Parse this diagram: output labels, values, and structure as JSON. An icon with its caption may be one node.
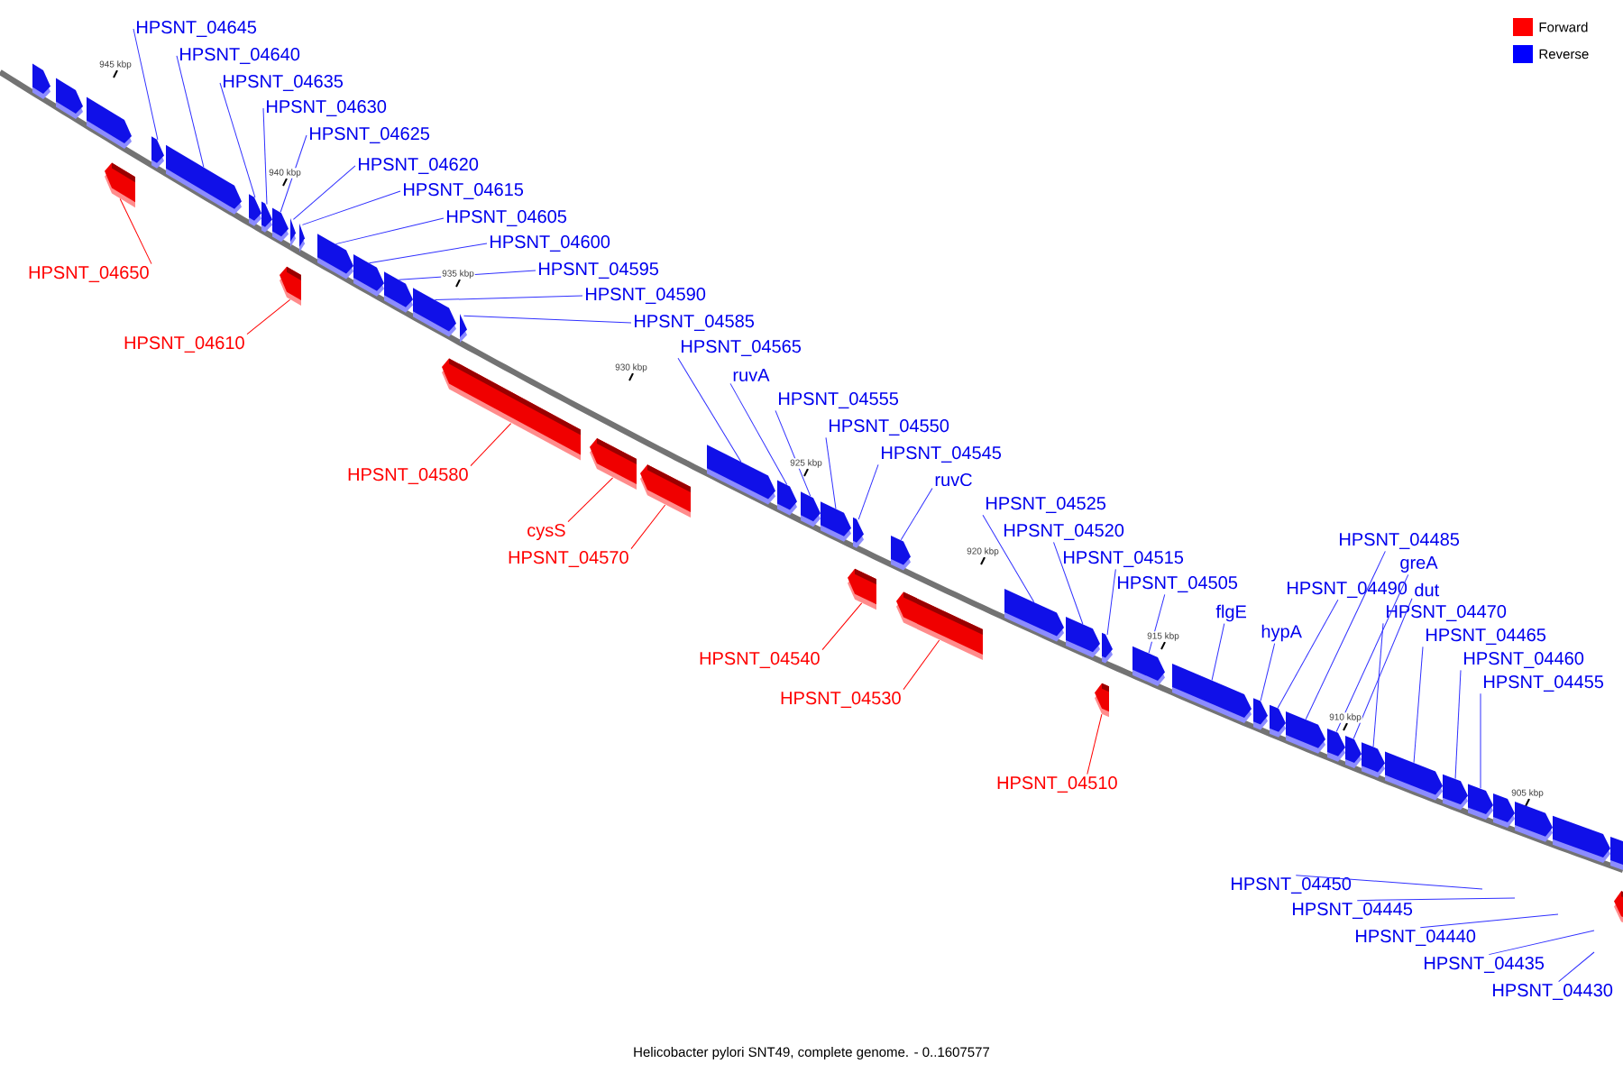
{
  "diagram": {
    "caption": "Helicobacter pylori SNT49, complete genome. - 0..1607577",
    "nodes": [
      {
        "text": [],
        "shape": "bar"
      },
      {
        "text": [],
        "shape": "bar"
      },
      {
        "text": [],
        "shape": "bar"
      },
      {
        "text": [
          "HPSNT_04650"
        ]
      },
      {
        "text": [],
        "shape": "bar"
      },
      {
        "text": [
          "HPSNT_04645"
        ]
      },
      {
        "text": [],
        "shape": "bar"
      },
      {
        "text": [
          "HPSNT_04640"
        ]
      },
      {
        "text": [],
        "shape": "bar"
      },
      {
        "text": [
          "HPSNT_04635"
        ]
      },
      {
        "text": [],
        "shape": "bar"
      },
      {
        "text": [
          "HPSNT_04630"
        ]
      },
      {
        "text": [],
        "shape": "bar"
      },
      {
        "text": [
          "HPSNT_04625"
        ]
      },
      {
        "text": [],
        "shape": "bar"
      },
      {
        "text": [
          "HPSNT_04620"
        ]
      },
      {
        "text": [],
        "shape": "bar"
      },
      {
        "text": [
          "HPSNT_04615"
        ]
      },
      {
        "text": [],
        "shape": "bar"
      },
      {
        "text": [
          "HPSNT_04610"
        ]
      },
      {
        "text": [],
        "shape": "bar"
      },
      {
        "text": [
          "HPSNT_04605"
        ]
      },
      {
        "text": [],
        "shape": "bar"
      },
      {
        "text": [
          "HPSNT_04600"
        ]
      },
      {
        "text": [],
        "shape": "bar"
      },
      {
        "text": [
          "HPSNT_04595"
        ]
      },
      {
        "text": [],
        "shape": "bar"
      },
      {
        "text": [
          "HPSNT_04590"
        ]
      },
      {
        "text": [],
        "shape": "bar"
      },
      {
        "text": [
          "HPSNT_04585"
        ]
      },
      {
        "text": [],
        "shape": "bar"
      },
      {
        "text": [
          "HPSNT_04580"
        ]
      },
      {
        "text": [],
        "shape": "bar"
      },
      {
        "text": [
          "cysS"
        ]
      },
      {
        "text": [],
        "shape": "bar"
      },
      {
        "text": [
          "HPSNT_04570"
        ]
      },
      {
        "text": [],
        "shape": "bar"
      },
      {
        "text": [
          "HPSNT_04565"
        ]
      },
      {
        "text": [],
        "shape": "bar"
      },
      {
        "text": [
          "ruvA"
        ]
      },
      {
        "text": [],
        "shape": "bar"
      },
      {
        "text": [
          "HPSNT_04555"
        ]
      },
      {
        "text": [],
        "shape": "bar"
      },
      {
        "text": [
          "HPSNT_04550"
        ]
      },
      {
        "text": [],
        "shape": "bar"
      },
      {
        "text": [
          "HPSNT_04545"
        ]
      },
      {
        "text": [],
        "shape": "bar"
      },
      {
        "text": [
          "HPSNT_04540"
        ]
      },
      {
        "text": [],
        "shape": "bar"
      },
      {
        "text": [
          "ruvC"
        ]
      },
      {
        "text": [],
        "shape": "bar"
      },
      {
        "text": [
          "HPSNT_04530"
        ]
      },
      {
        "text": [],
        "shape": "bar"
      },
      {
        "text": [
          "HPSNT_04525"
        ]
      },
      {
        "text": [],
        "shape": "bar"
      },
      {
        "text": [
          "HPSNT_04520"
        ]
      },
      {
        "text": [],
        "shape": "bar"
      },
      {
        "text": [
          "HPSNT_04515"
        ]
      },
      {
        "text": [],
        "shape": "bar"
      },
      {
        "text": [
          "HPSNT_04510"
        ]
      },
      {
        "text": [],
        "shape": "bar"
      },
      {
        "text": [
          "HPSNT_04505"
        ]
      },
      {
        "text": [],
        "shape": "bar"
      },
      {
        "text": [
          "flgE"
        ]
      },
      {
        "text": [],
        "shape": "bar"
      },
      {
        "text": [
          "hypA"
        ]
      },
      {
        "text": [],
        "shape": "bar"
      },
      {
        "text": [
          "HPSNT_04490"
        ]
      },
      {
        "text": [],
        "shape": "bar"
      },
      {
        "text": [
          "HPSNT_04485"
        ]
      },
      {
        "text": [],
        "shape": "bar"
      },
      {
        "text": [
          "greA"
        ]
      },
      {
        "text": [],
        "shape": "bar"
      },
      {
        "text": [
          "dut"
        ]
      },
      {
        "text": [],
        "shape": "bar"
      },
      {
        "text": [
          "HPSNT_04470"
        ]
      },
      {
        "text": [],
        "shape": "bar"
      },
      {
        "text": [
          "HPSNT_04465"
        ]
      },
      {
        "text": [],
        "shape": "bar"
      },
      {
        "text": [
          "HPSNT_04460"
        ]
      },
      {
        "text": [],
        "shape": "bar"
      },
      {
        "text": [
          "HPSNT_04455"
        ]
      },
      {
        "text": [],
        "shape": "bar"
      },
      {
        "text": [],
        "shape": "bar"
      },
      {
        "text": [],
        "shape": "bar"
      },
      {
        "text": [],
        "shape": "bar"
      },
      {
        "text": [],
        "shape": "bar"
      },
      {
        "text": [],
        "shape": "bar"
      },
      {
        "text": [
          "HPSNT_04450"
        ]
      },
      {
        "text": [
          "HPSNT_04445"
        ]
      },
      {
        "text": [
          "HPSNT_04440"
        ]
      },
      {
        "text": [
          "HPSNT_04435"
        ]
      },
      {
        "text": [
          "HPSNT_04430"
        ]
      }
    ],
    "edges": [
      {
        "from": 3,
        "to": 4,
        "arrow": "none",
        "color": "#ff0000"
      },
      {
        "from": 5,
        "to": 6,
        "arrow": "none"
      },
      {
        "from": 7,
        "to": 8,
        "arrow": "none"
      },
      {
        "from": 9,
        "to": 10,
        "arrow": "none"
      },
      {
        "from": 11,
        "to": 12,
        "arrow": "none"
      },
      {
        "from": 13,
        "to": 14,
        "arrow": "none"
      },
      {
        "from": 15,
        "to": 16,
        "arrow": "none"
      },
      {
        "from": 17,
        "to": 18,
        "arrow": "none"
      },
      {
        "from": 19,
        "to": 20,
        "arrow": "none",
        "color": "#ff0000"
      },
      {
        "from": 21,
        "to": 22,
        "arrow": "none"
      },
      {
        "from": 23,
        "to": 24,
        "arrow": "none"
      },
      {
        "from": 25,
        "to": 26,
        "arrow": "none"
      },
      {
        "from": 27,
        "to": 28,
        "arrow": "none"
      },
      {
        "from": 29,
        "to": 30,
        "arrow": "none"
      },
      {
        "from": 31,
        "to": 32,
        "arrow": "none",
        "color": "#ff0000"
      },
      {
        "from": 33,
        "to": 34,
        "arrow": "none",
        "color": "#ff0000"
      },
      {
        "from": 35,
        "to": 36,
        "arrow": "none",
        "color": "#ff0000"
      },
      {
        "from": 37,
        "to": 38,
        "arrow": "none"
      },
      {
        "from": 39,
        "to": 40,
        "arrow": "none"
      },
      {
        "from": 41,
        "to": 42,
        "arrow": "none"
      },
      {
        "from": 43,
        "to": 44,
        "arrow": "none"
      },
      {
        "from": 45,
        "to": 46,
        "arrow": "none"
      },
      {
        "from": 47,
        "to": 48,
        "arrow": "none",
        "color": "#ff0000"
      },
      {
        "from": 49,
        "to": 50,
        "arrow": "none"
      },
      {
        "from": 51,
        "to": 52,
        "arrow": "none",
        "color": "#ff0000"
      },
      {
        "from": 53,
        "to": 54,
        "arrow": "none"
      },
      {
        "from": 55,
        "to": 56,
        "arrow": "none"
      },
      {
        "from": 57,
        "to": 58,
        "arrow": "none"
      },
      {
        "from": 59,
        "to": 60,
        "arrow": "none",
        "color": "#ff0000"
      },
      {
        "from": 61,
        "to": 62,
        "arrow": "none"
      },
      {
        "from": 63,
        "to": 64,
        "arrow": "none"
      },
      {
        "from": 65,
        "to": 66,
        "arrow": "none"
      },
      {
        "from": 67,
        "to": 68,
        "arrow": "none"
      },
      {
        "from": 69,
        "to": 70,
        "arrow": "none"
      },
      {
        "from": 71,
        "to": 72,
        "arrow": "none"
      },
      {
        "from": 73,
        "to": 74,
        "arrow": "none"
      },
      {
        "from": 75,
        "to": 76,
        "arrow": "none"
      },
      {
        "from": 77,
        "to": 78,
        "arrow": "none"
      },
      {
        "from": 79,
        "to": 80,
        "arrow": "none"
      },
      {
        "from": 81,
        "to": 82,
        "arrow": "none"
      },
      {
        "from": 88,
        "to": null,
        "arrow": "none"
      },
      {
        "from": 89,
        "to": null,
        "arrow": "none"
      },
      {
        "from": 90,
        "to": null,
        "arrow": "none"
      },
      {
        "from": 91,
        "to": null,
        "arrow": "none"
      },
      {
        "from": 92,
        "to": null,
        "arrow": "none"
      }
    ],
    "labels": [
      "945 kbp",
      "940 kbp",
      "935 kbp",
      "930 kbp",
      "925 kbp",
      "920 kbp",
      "915 kbp",
      "910 kbp",
      "905 kbp"
    ],
    "legend": [
      {
        "text": "Forward",
        "color": "#ff0000"
      },
      {
        "text": "Reverse",
        "color": "#0000ff"
      }
    ]
  }
}
